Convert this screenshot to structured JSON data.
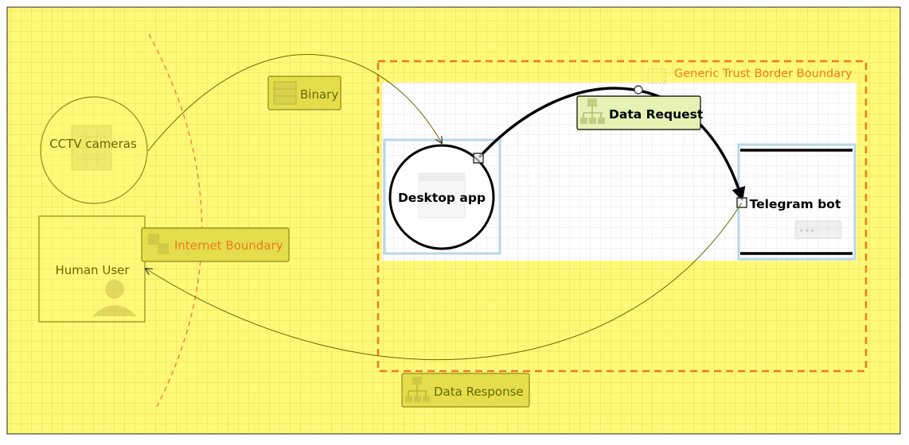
{
  "nodes": {
    "cctv": {
      "label": "CCTV cameras",
      "icon": "camera-icon"
    },
    "human": {
      "label": "Human User",
      "icon": "user-icon"
    },
    "desktop": {
      "label": "Desktop app",
      "icon": "window-icon"
    },
    "telegram": {
      "label": "Telegram bot",
      "icon": "server-icon"
    }
  },
  "flows": {
    "binary": {
      "label": "Binary"
    },
    "request": {
      "label": "Data Request"
    },
    "response": {
      "label": "Data Response"
    }
  },
  "boundaries": {
    "internet": {
      "label": "Internet Boundary"
    },
    "trust": {
      "label": "Generic Trust Border Boundary"
    }
  },
  "colors": {
    "canvas_bg": "#fff97a",
    "grid": "#e3dc4e",
    "element_stroke": "#8f8a16",
    "element_text": "#6b6800",
    "boundary_orange": "#f07a1e",
    "selected_stroke": "#000000",
    "selection_blue": "#b8d6e8"
  }
}
